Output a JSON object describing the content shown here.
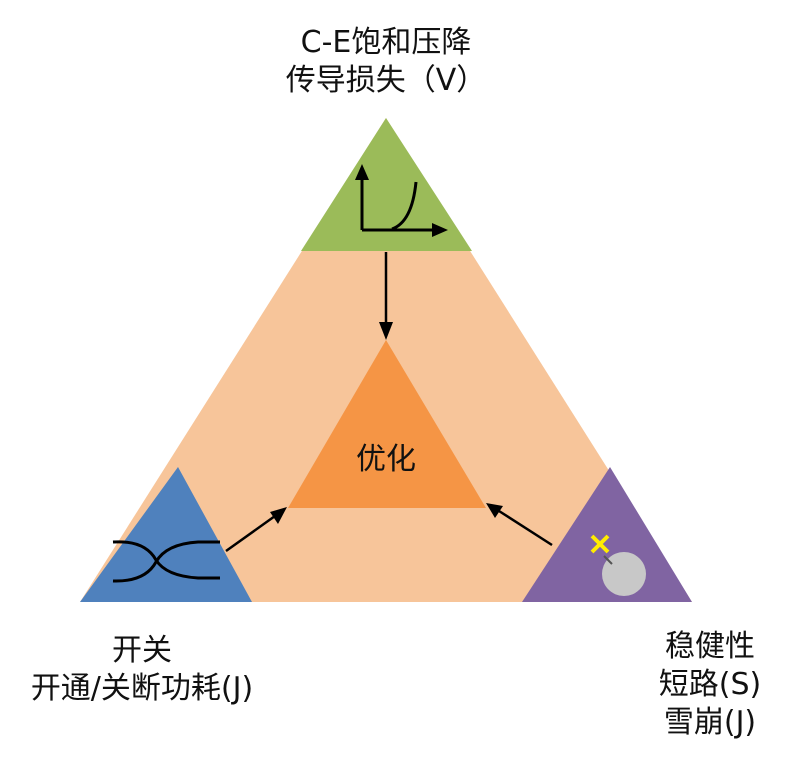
{
  "top_label": {
    "line1": "C-E饱和压降",
    "line2": "传导损失（V）"
  },
  "center_label": "优化",
  "left_label": {
    "line1": "开关",
    "line2": "开通/关断功耗(J)"
  },
  "right_label": {
    "line1": "稳健性",
    "line2": "短路(S)",
    "line3": "雪崩(J)"
  },
  "colors": {
    "outer_triangle": "#f7c59a",
    "center_triangle": "#f59545",
    "top_triangle": "#9bbb59",
    "left_triangle": "#4f81bd",
    "right_triangle": "#8064a2",
    "arrows": "#000000",
    "spark": "#ffeb00",
    "ball": "#c8c8c8"
  }
}
